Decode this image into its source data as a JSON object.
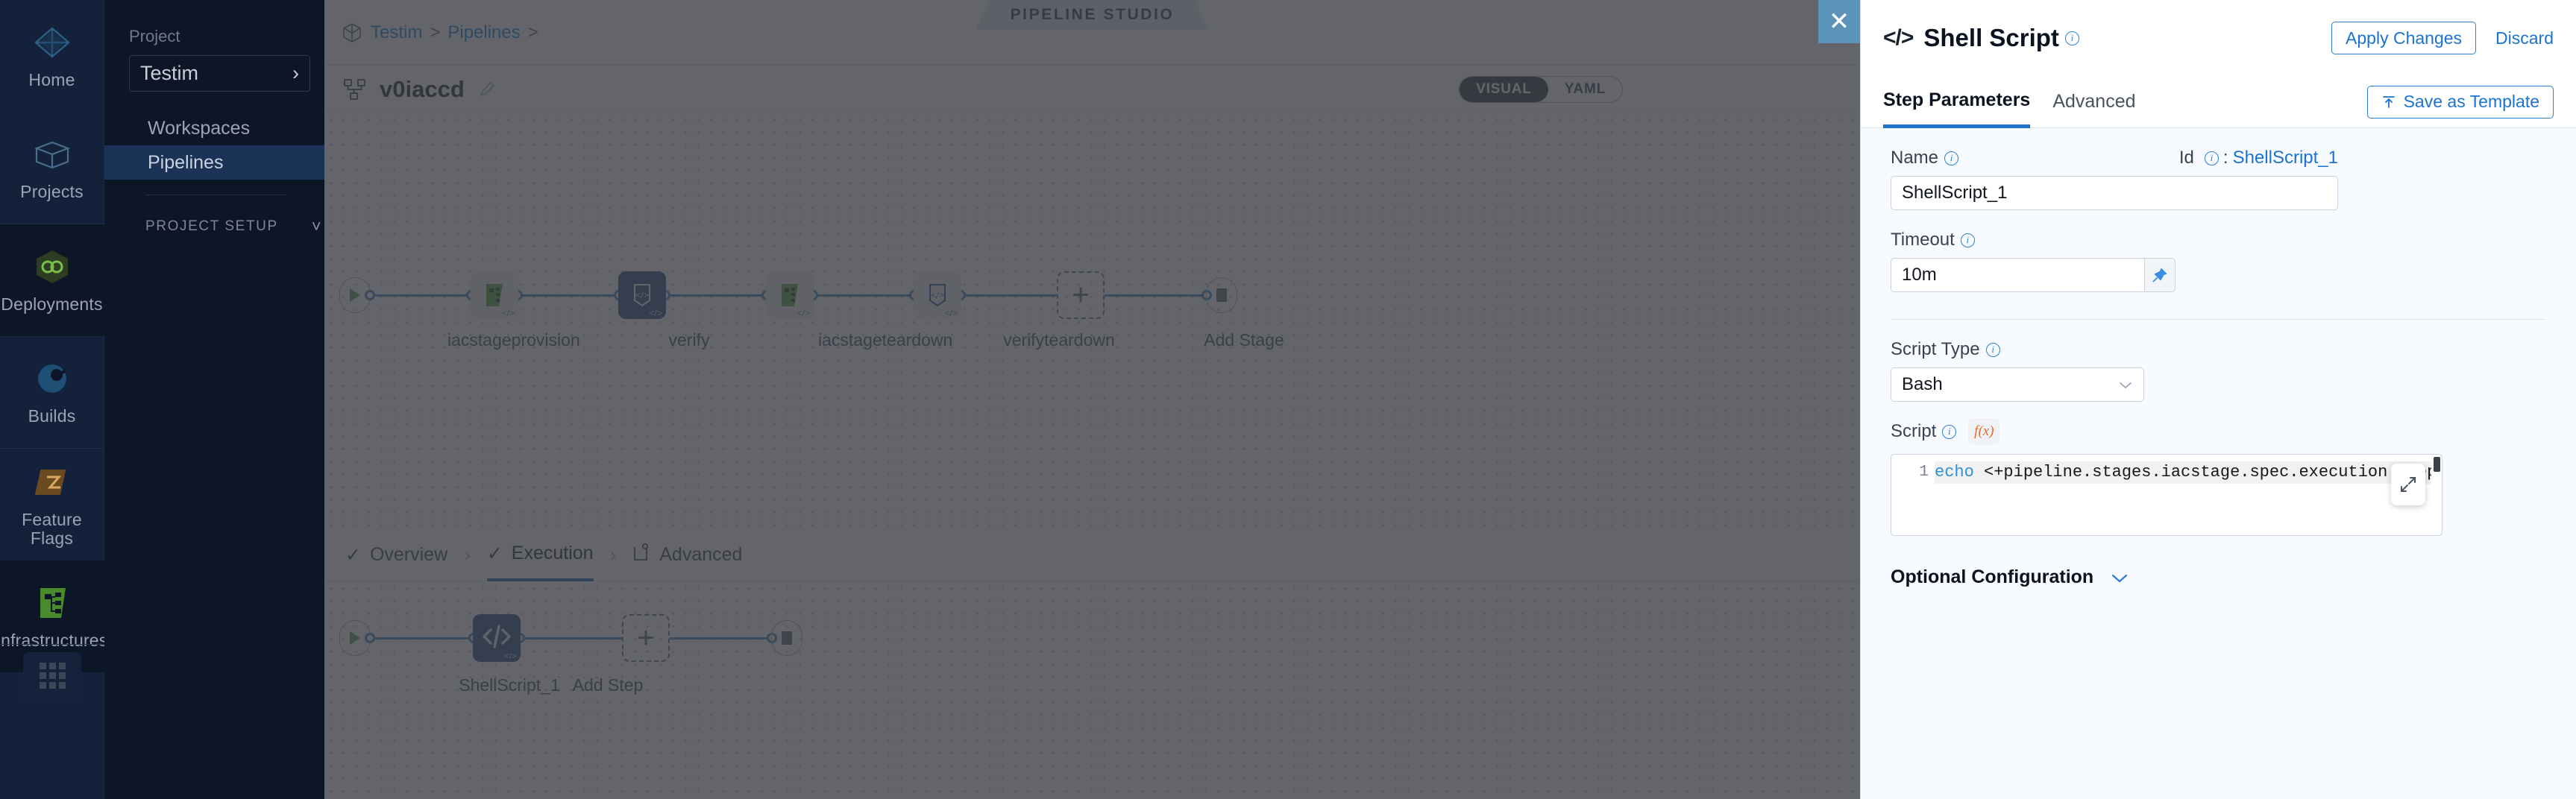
{
  "rail": {
    "items": [
      {
        "label": "Home",
        "icon": "home-diamond-icon"
      },
      {
        "label": "Projects",
        "icon": "box-icon"
      },
      {
        "label": "Deployments",
        "icon": "infinity-hex-icon"
      },
      {
        "label": "Builds",
        "icon": "build-circle-icon"
      },
      {
        "label": "Feature Flags",
        "icon": "flag-icon"
      },
      {
        "label": "Infrastructures",
        "icon": "infrastructure-icon"
      }
    ],
    "launcher_icon": "grid-apps-icon"
  },
  "sidebar": {
    "project_label": "Project",
    "project_name": "Testim",
    "nav": [
      {
        "label": "Workspaces",
        "active": false
      },
      {
        "label": "Pipelines",
        "active": true
      }
    ],
    "setup_label": "PROJECT SETUP"
  },
  "topbar": {
    "breadcrumb": [
      "Testim",
      "Pipelines"
    ],
    "separator": ">",
    "studio_tag": "PIPELINE STUDIO",
    "close_label": "✕"
  },
  "pipeline": {
    "title": "v0iaccd",
    "edit_icon": "pencil-icon",
    "view_toggle": {
      "options": [
        "VISUAL",
        "YAML"
      ],
      "selected": "VISUAL"
    }
  },
  "stages": {
    "nodes": [
      {
        "label": "iacstageprovision",
        "icon": "infrastructure-green-icon",
        "selected": false,
        "badge": "</>"
      },
      {
        "label": "verify",
        "icon": "shield-code-icon",
        "selected": true,
        "badge": "</>"
      },
      {
        "label": "iacstageteardown",
        "icon": "infrastructure-green-icon",
        "selected": false,
        "badge": "</>"
      },
      {
        "label": "verifyteardown",
        "icon": "shield-code-icon",
        "selected": false,
        "badge": "</>"
      }
    ],
    "add_label": "Add Stage",
    "add_icon": "plus-icon"
  },
  "exec_tabs": [
    {
      "label": "Overview",
      "icon": "check-icon",
      "active": false
    },
    {
      "label": "Execution",
      "icon": "check-icon",
      "active": true
    },
    {
      "label": "Advanced",
      "icon": "advanced-gear-icon",
      "active": false
    }
  ],
  "steps": {
    "nodes": [
      {
        "label": "ShellScript_1",
        "icon": "code-brackets-icon",
        "selected": true,
        "badge": "</>"
      }
    ],
    "add_label": "Add Step",
    "add_icon": "plus-icon"
  },
  "panel": {
    "icon": "code-brackets-icon",
    "title": "Shell Script",
    "apply_label": "Apply Changes",
    "discard_label": "Discard",
    "tabs": [
      {
        "label": "Step Parameters",
        "active": true
      },
      {
        "label": "Advanced",
        "active": false
      }
    ],
    "save_template_label": "Save as Template",
    "save_template_icon": "upload-template-icon",
    "name": {
      "label": "Name",
      "value": "ShellScript_1"
    },
    "id": {
      "label": "Id",
      "separator": ":",
      "value": "ShellScript_1"
    },
    "timeout": {
      "label": "Timeout",
      "value": "10m",
      "pin_icon": "pin-icon"
    },
    "script_type": {
      "label": "Script Type",
      "value": "Bash",
      "chevron_icon": "chevron-down-icon"
    },
    "script": {
      "label": "Script",
      "fx_label": "f(x)",
      "line_number": "1",
      "keyword": "echo",
      "text": " <+pipeline.stages.iacstage.spec.execution.step     ppl",
      "expand_icon": "expand-fullscreen-icon"
    },
    "optional_configuration": {
      "label": "Optional Configuration",
      "chevron_icon": "chevron-down-icon"
    }
  },
  "colors": {
    "accent_blue": "#1a73d2",
    "node_selected": "#1b3f72",
    "link": "#2f7bbd",
    "sidebar_bg": "#0d1627",
    "green": "#4a9c4a"
  }
}
